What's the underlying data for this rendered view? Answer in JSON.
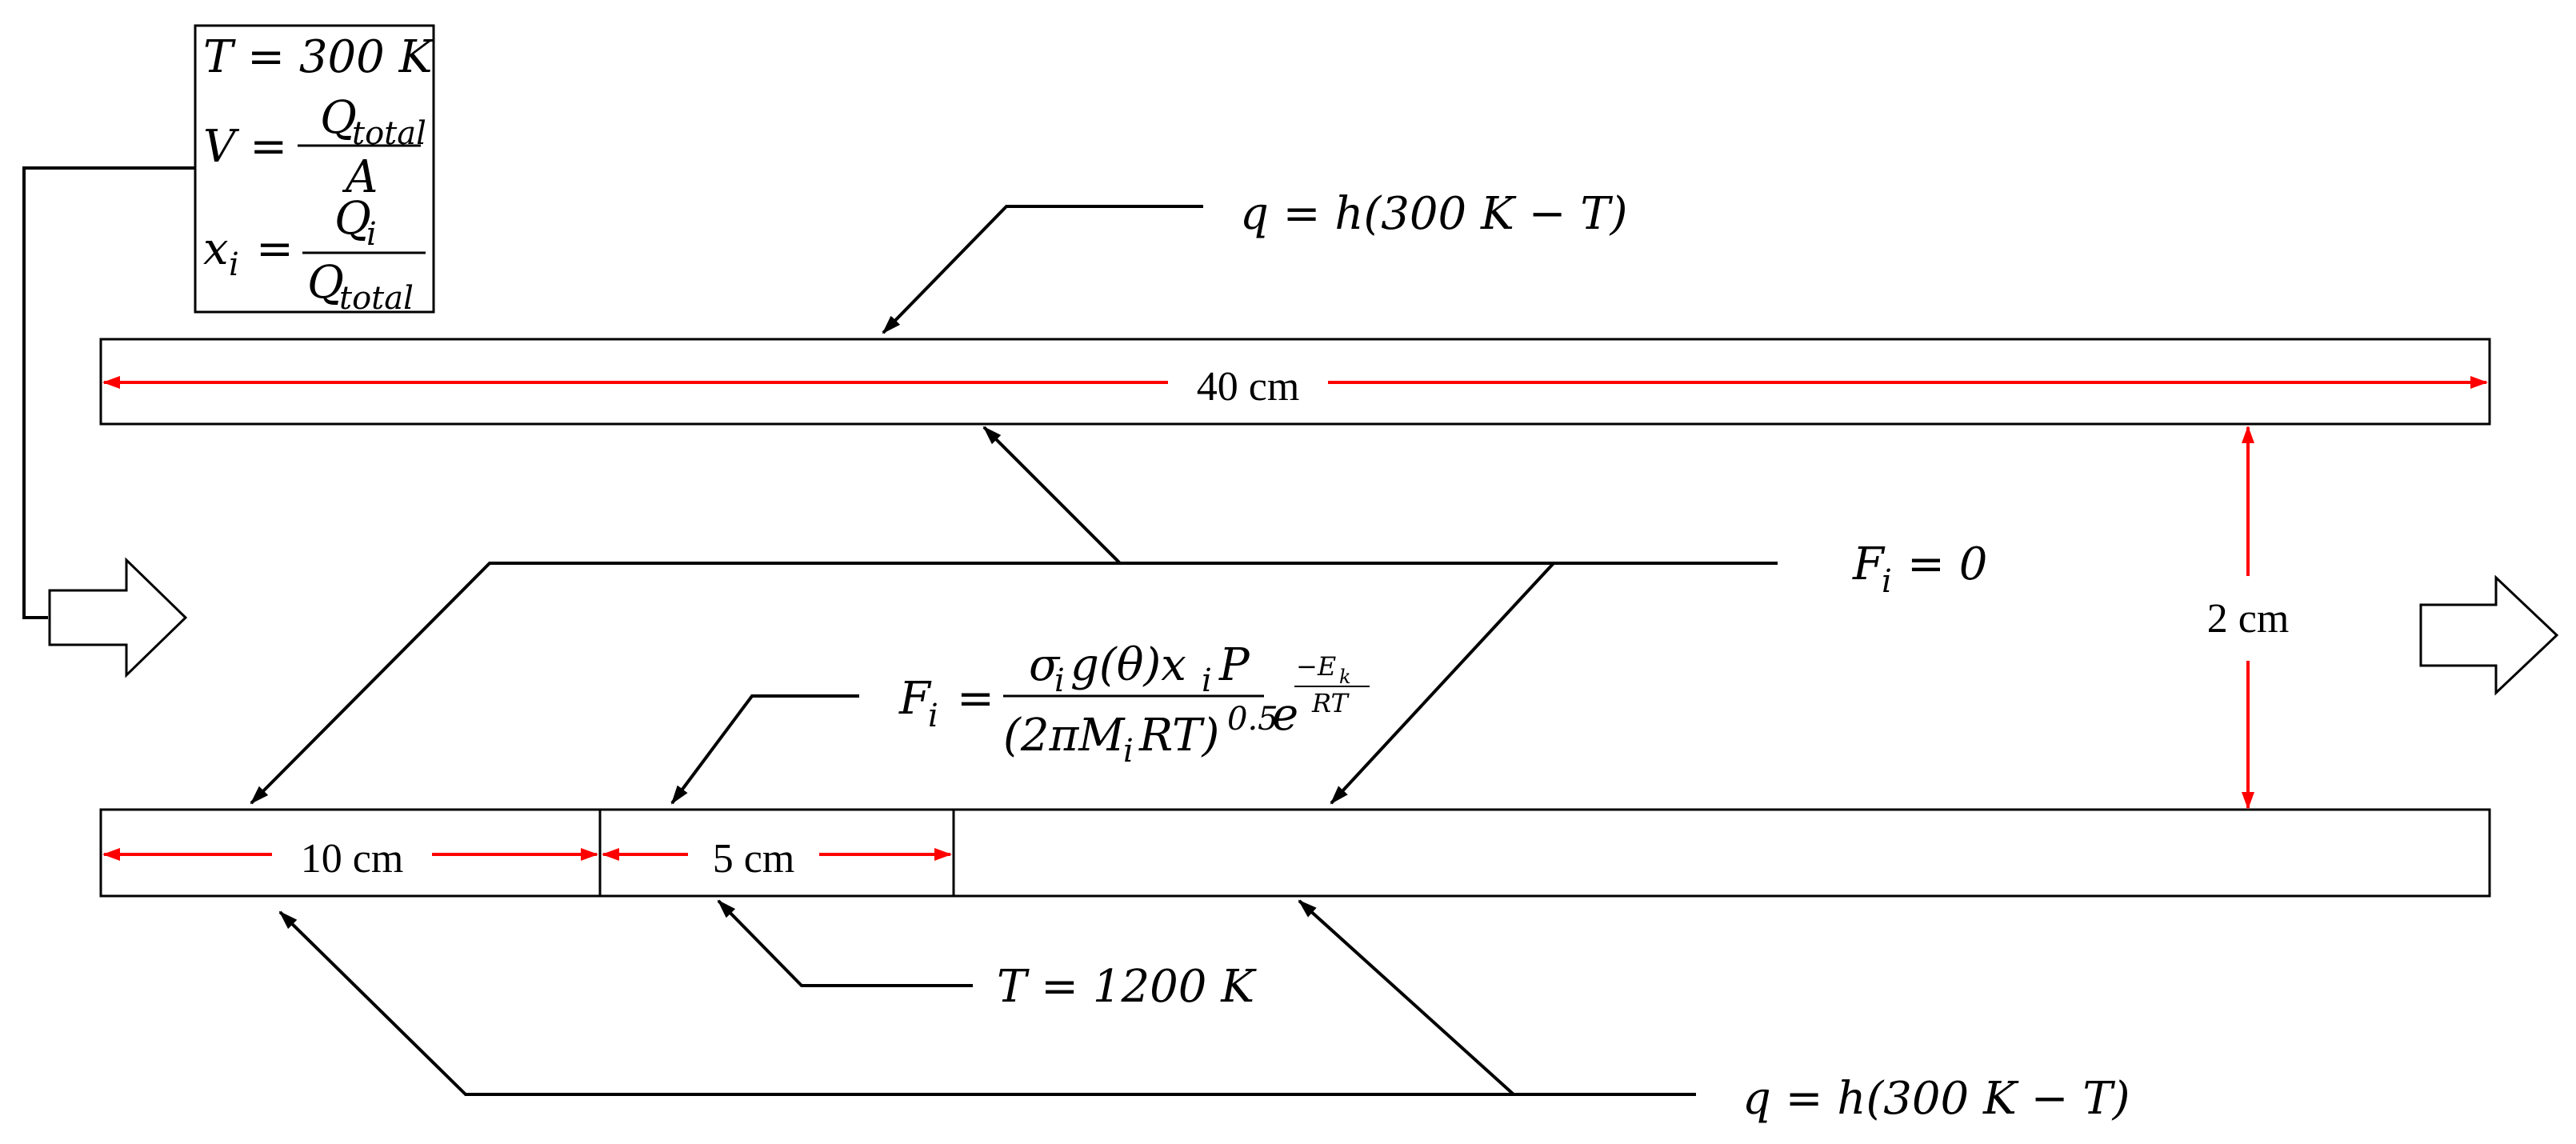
{
  "inlet_box": {
    "line1": "T = 300 K",
    "line2_lhs": "V =",
    "line2_num": "Q",
    "line2_num_sub": "total",
    "line2_den": "A",
    "line3_lhs": "x",
    "line3_lhs_sub": "i",
    "line3_eq": "=",
    "line3_num": "Q",
    "line3_num_sub": "i",
    "line3_den": "Q",
    "line3_den_sub": "total"
  },
  "top_bc": "q = h(300 K − T)",
  "bottom_bc": "q = h(300 K − T)",
  "wall_flux_zero": {
    "lhs": "F",
    "sub": "i",
    "rhs": "= 0"
  },
  "reaction_flux": {
    "lhs": "F",
    "lhs_sub": "i",
    "eq": "=",
    "num_a": "σ",
    "num_a_sub": "i",
    "num_b": "g(θ)x",
    "num_b_sub": "i",
    "num_c": "P",
    "den_a": "(2πM",
    "den_a_sub": "i",
    "den_b": "RT)",
    "den_exp": "0.5",
    "exp_base": "e",
    "exp_num": "−E",
    "exp_num_sub": "k",
    "exp_den": "RT"
  },
  "heater_bc": "T = 1200 K",
  "dimensions": {
    "length": "40 cm",
    "height": "2 cm",
    "seg1": "10 cm",
    "seg2": "5 cm"
  }
}
